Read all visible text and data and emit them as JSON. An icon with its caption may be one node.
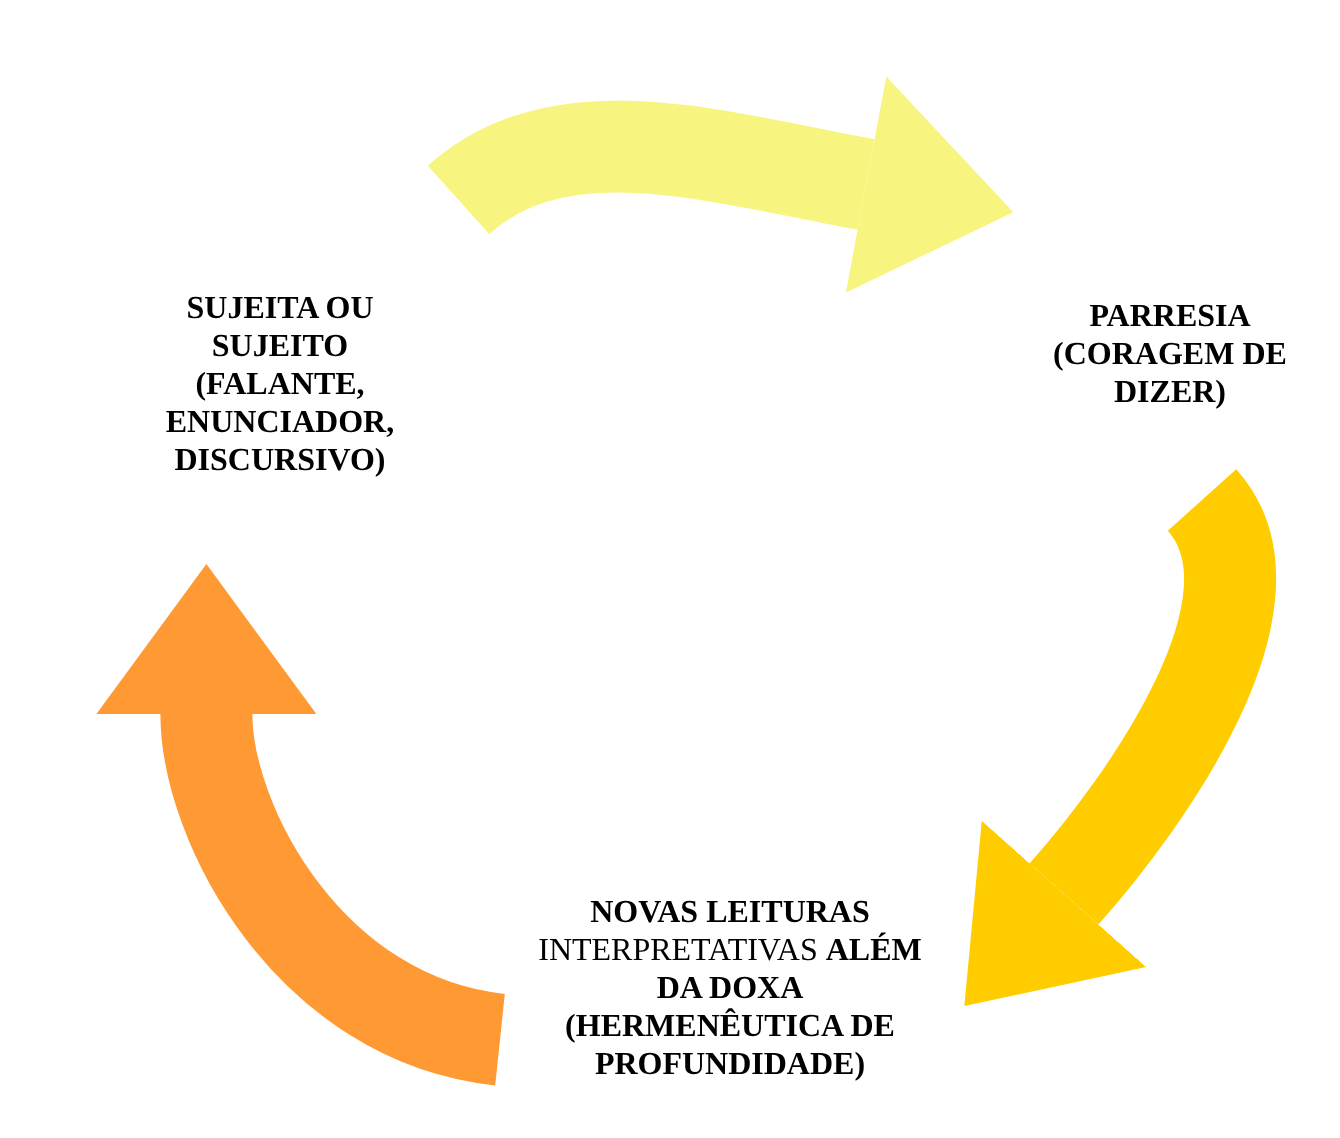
{
  "diagram": {
    "nodes": [
      {
        "text": [
          "SUJEITA OU SUJEITO (FALANTE, ENUNCIADOR, DISCURSIVO)"
        ]
      },
      {
        "text": [
          "PARRESIA (CORAGEM DE DIZER)"
        ]
      },
      {
        "text": [
          "**NOVAS LEITURAS** INTERPRETATIVAS **ALÉM DA DOXA (HERMENÊUTICA DE PROFUNDIDADE)**"
        ]
      }
    ],
    "edges": [
      {
        "from": 0,
        "to": 1,
        "arrow": "to",
        "color": "#f7f580"
      },
      {
        "from": 1,
        "to": 2,
        "arrow": "to",
        "color": "#ffcc00"
      },
      {
        "from": 2,
        "to": 0,
        "arrow": "to",
        "color": "#ff9933"
      }
    ]
  }
}
